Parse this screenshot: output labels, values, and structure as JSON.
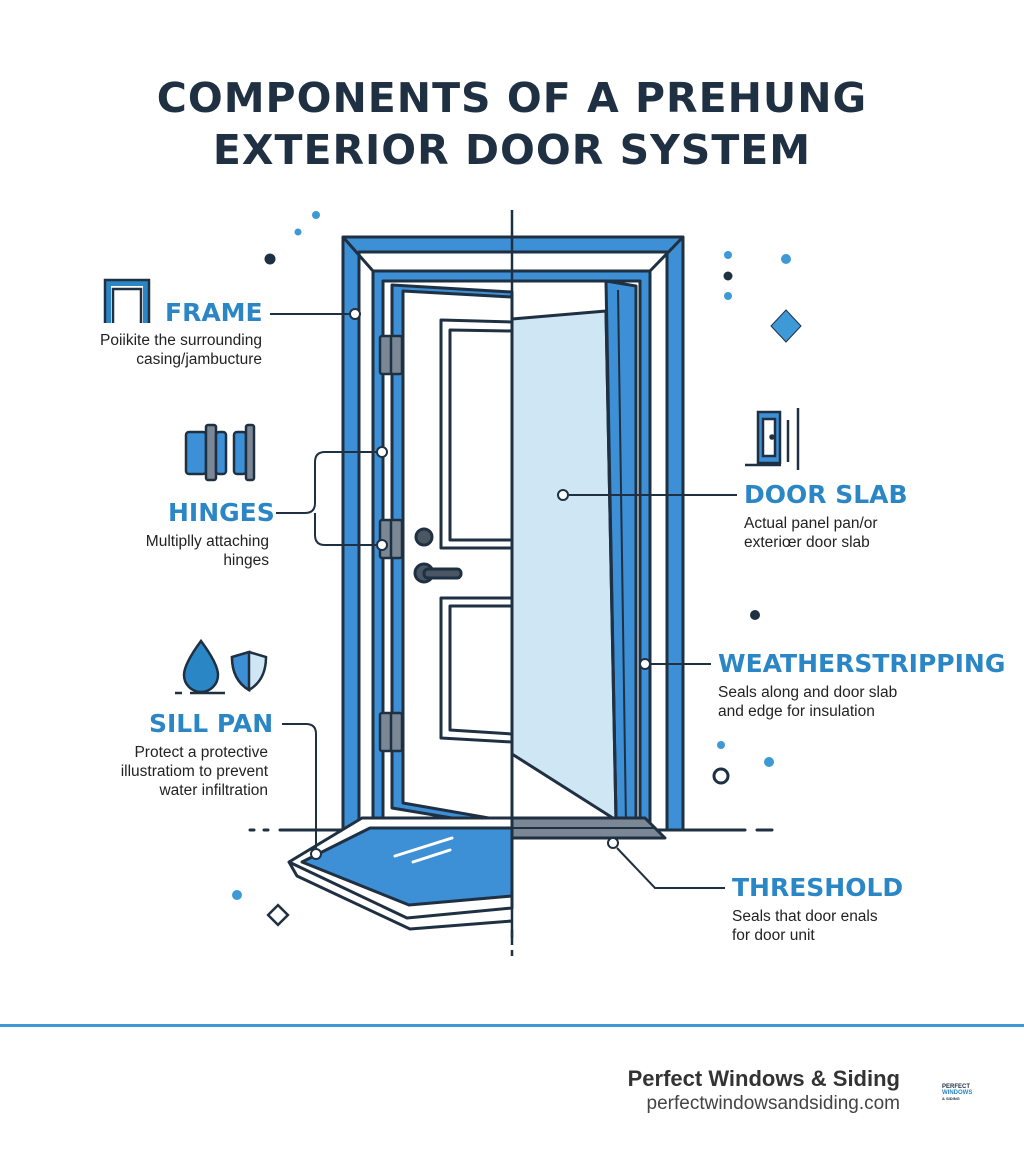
{
  "title": {
    "line1": "COMPONENTS OF A PREHUNG",
    "line2": "EXTERIOR DOOR SYSTEM"
  },
  "components": {
    "frame": {
      "label": "FRAME",
      "desc1": "Poiikite the surrounding",
      "desc2": "casing/jambucture"
    },
    "hinges": {
      "label": "HINGES",
      "desc1": "Multiplly attaching",
      "desc2": "hinges"
    },
    "sill_pan": {
      "label": "SILL PAN",
      "desc1": "Protect a protective",
      "desc2": "illustratiom to prevent",
      "desc3": "water infiltration"
    },
    "door_slab": {
      "label": "DOOR SLAB",
      "desc1": "Actual panel pan/or",
      "desc2": "exteriœr door slab"
    },
    "weatherstripping": {
      "label": "WEATHERSTRIPPING",
      "desc1": "Seals along and door slab",
      "desc2": "and edge for insulation"
    },
    "threshold": {
      "label": "THRESHOLD",
      "desc1": "Seals that door enals",
      "desc2": "for door unit"
    }
  },
  "footer": {
    "brand_name": "Perfect Windows & Siding",
    "brand_url": "perfectwindowsandsiding.com",
    "logo_line1": "PERFECT",
    "logo_line2": "WINDOWS",
    "logo_line3": "& SIDING"
  },
  "colors": {
    "accent": "#2b86c5",
    "frame_blue": "#3d8fd6",
    "dark": "#1f3042",
    "light_panel": "#cfe6f5"
  },
  "icons": [
    "frame-icon",
    "hinge-icon",
    "water-drop-icon",
    "shield-icon",
    "door-slab-icon",
    "sparkle-icon"
  ]
}
